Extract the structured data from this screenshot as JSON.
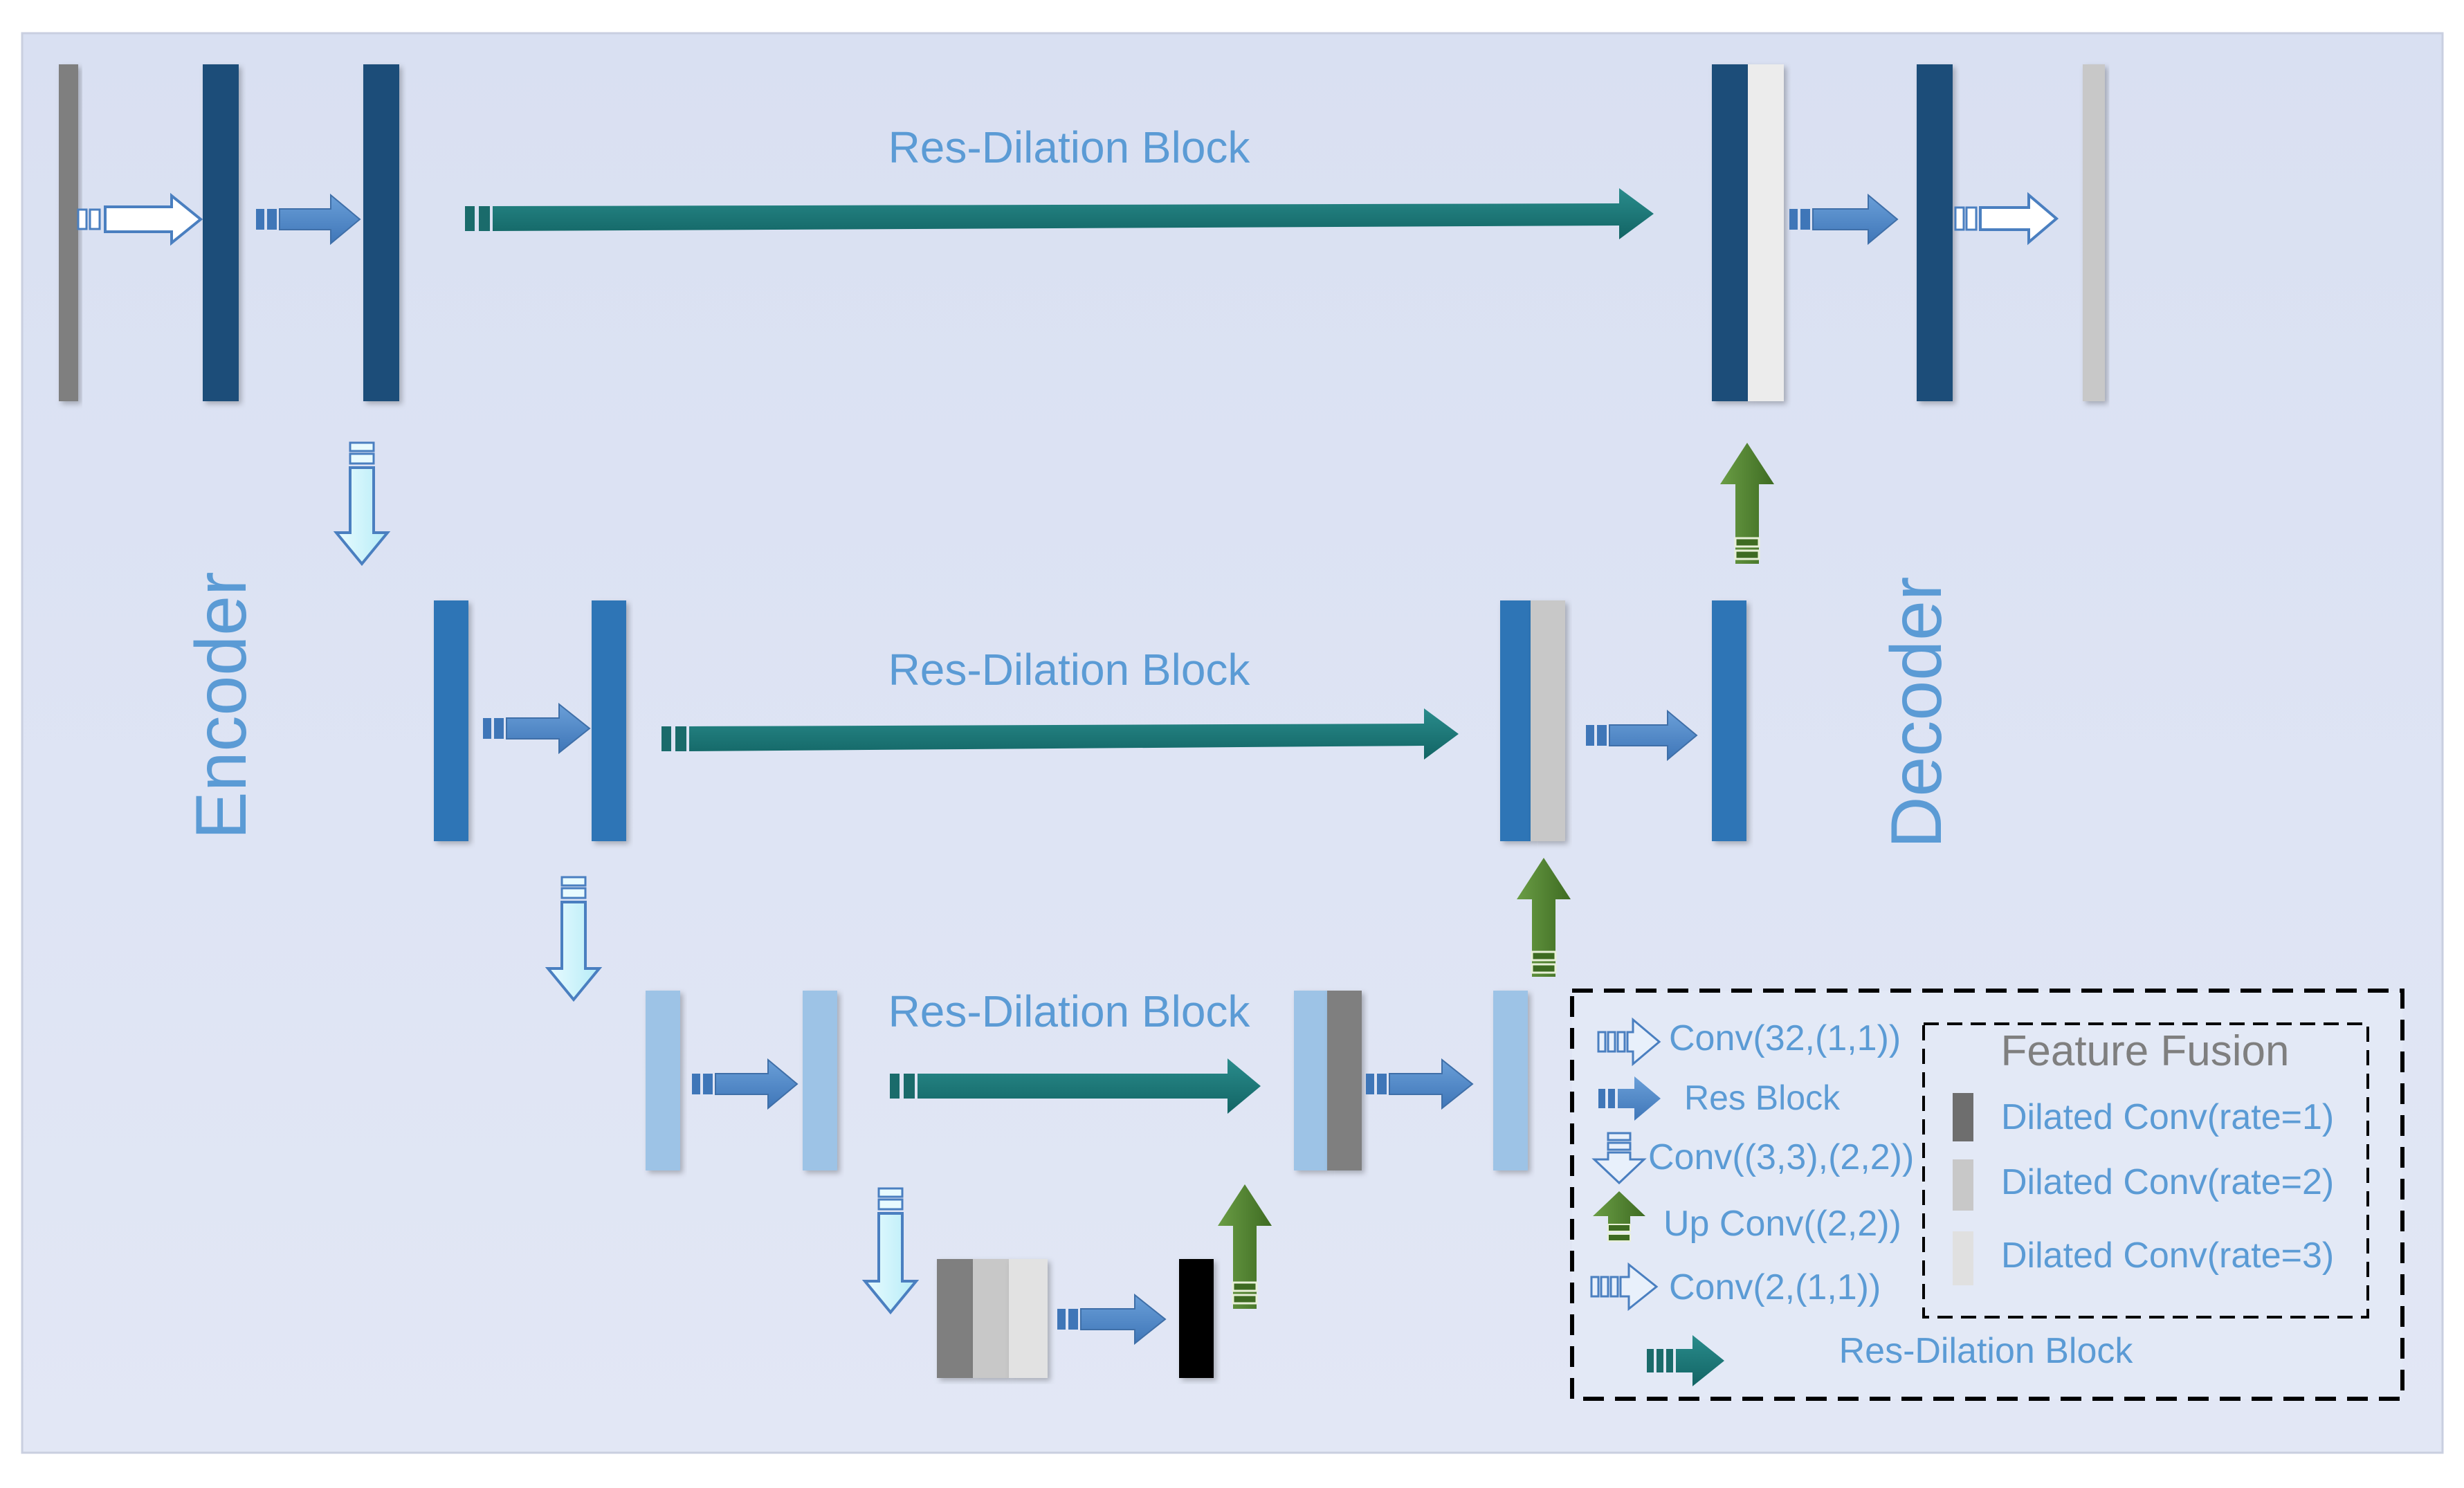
{
  "main": {
    "block_label_top": "Res-Dilation Block",
    "block_label_mid": "Res-Dilation Block",
    "block_label_bottom": "Res-Dilation Block",
    "encoder_label": "Encoder",
    "decoder_label": "Decoder"
  },
  "legend": {
    "conv32": "Conv(32,(1,1))",
    "res_block": "Res Block",
    "conv_down": "Conv((3,3),(2,2))",
    "up_conv": "Up Conv((2,2))",
    "conv2": "Conv(2,(1,1))",
    "res_dilation": "Res-Dilation Block",
    "fusion_title": "Feature Fusion",
    "rate1": "Dilated Conv(rate=1)",
    "rate2": "Dilated Conv(rate=2)",
    "rate3": "Dilated Conv(rate=3)"
  },
  "colors": {
    "background": "#dde3f3",
    "dark_blue": "#1f4e79",
    "mid_blue": "#2e75b6",
    "light_blue": "#9dc3e6",
    "teal": "#1a7a7a",
    "green": "#548235",
    "label_blue": "#5b9bd5",
    "gray_dark": "#7f7f7f",
    "gray_mid": "#c8c8c8",
    "gray_light": "#e8e8e8"
  }
}
